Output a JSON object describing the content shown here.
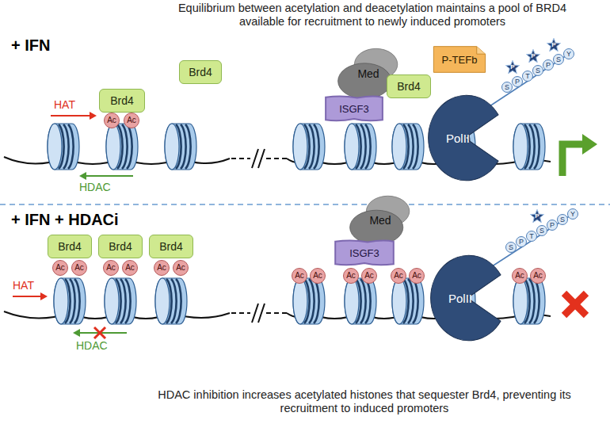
{
  "diagram": {
    "title": "Equilibrium between acetylation and deacetylation maintains a pool of BRD4 available for recruitment to newly induced promoters",
    "caption": "HDAC inhibition increases acetylated histones that sequester Brd4, preventing its recruitment to induced promoters",
    "nodes": [
      {
        "text": [
          "Brd4"
        ]
      },
      {
        "text": [
          "Ac"
        ]
      },
      {
        "text": [
          "Ac"
        ]
      },
      {
        "text": [
          "Brd4"
        ]
      },
      {
        "text": [
          "Med"
        ]
      },
      {
        "text": [
          "ISGF3"
        ]
      },
      {
        "text": [
          "Brd4"
        ]
      },
      {
        "text": [
          "P-TEFb"
        ]
      },
      {
        "text": [
          "PolII"
        ]
      },
      {
        "text": [
          "S"
        ]
      },
      {
        "text": [
          "P"
        ]
      },
      {
        "text": [
          "T"
        ]
      },
      {
        "text": [
          "S"
        ]
      },
      {
        "text": [
          "P"
        ]
      },
      {
        "text": [
          "S"
        ]
      },
      {
        "text": [
          "Y"
        ]
      },
      {
        "text": [
          "P"
        ]
      },
      {
        "text": [
          "P"
        ]
      },
      {
        "text": [
          "P"
        ]
      },
      {
        "text": [
          "Brd4"
        ]
      },
      {
        "text": [
          "Brd4"
        ]
      },
      {
        "text": [
          "Brd4"
        ]
      },
      {
        "text": [
          "Ac"
        ]
      },
      {
        "text": [
          "Ac"
        ]
      },
      {
        "text": [
          "Ac"
        ]
      },
      {
        "text": [
          "Ac"
        ]
      },
      {
        "text": [
          "Ac"
        ]
      },
      {
        "text": [
          "Ac"
        ]
      },
      {
        "text": [
          "Ac"
        ]
      },
      {
        "text": [
          "Ac"
        ]
      },
      {
        "text": [
          "Ac"
        ]
      },
      {
        "text": [
          "Ac"
        ]
      },
      {
        "text": [
          "Ac"
        ]
      },
      {
        "text": [
          "Ac"
        ]
      },
      {
        "text": [
          "Ac"
        ]
      },
      {
        "text": [
          "Ac"
        ]
      },
      {
        "text": [
          "Med"
        ]
      },
      {
        "text": [
          "ISGF3"
        ]
      },
      {
        "text": [
          "PolII"
        ]
      },
      {
        "text": [
          "S"
        ]
      },
      {
        "text": [
          "P"
        ]
      },
      {
        "text": [
          "T"
        ]
      },
      {
        "text": [
          "S"
        ]
      },
      {
        "text": [
          "P"
        ]
      },
      {
        "text": [
          "S"
        ]
      },
      {
        "text": [
          "Y"
        ]
      },
      {
        "text": [
          "P"
        ]
      }
    ],
    "labels": [
      "+ IFN",
      "HAT",
      "HDAC",
      "+ IFN + HDACi",
      "HAT",
      "HDAC"
    ]
  }
}
